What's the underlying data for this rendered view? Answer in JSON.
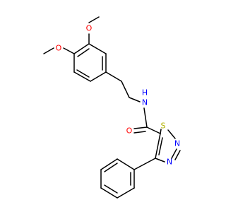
{
  "colors": {
    "background": "#ffffff",
    "bond": "#000000",
    "oxygen": "#ff0000",
    "nitrogen": "#0000ff",
    "sulfur": "#b2b200",
    "carbon_label": "#000000"
  },
  "atoms": {
    "o_methoxy_top": "O",
    "o_methoxy_left": "O",
    "n_amide": "N",
    "h_amide": "H",
    "o_carbonyl": "O",
    "s_thiadiazole": "S",
    "n_thiadiazole_1": "N",
    "n_thiadiazole_2": "N"
  }
}
